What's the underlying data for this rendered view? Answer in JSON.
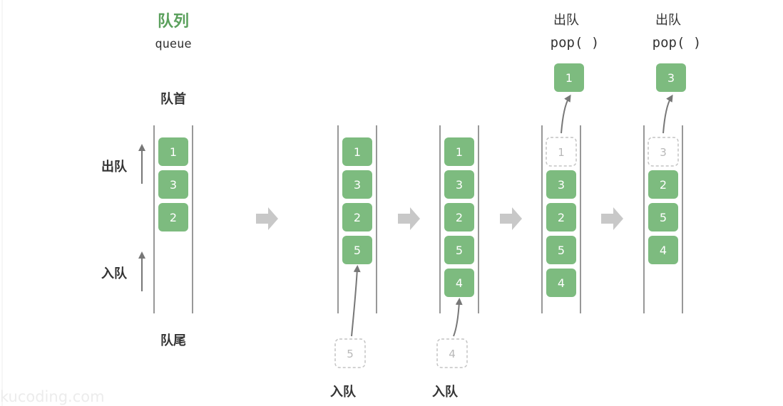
{
  "title": "队列",
  "subtitle": "queue",
  "labels": {
    "front": "队首",
    "rear": "队尾",
    "dequeue": "出队",
    "enqueue": "入队",
    "pop": "pop( )"
  },
  "colors": {
    "cell": "#7dbb7f",
    "title": "#5aa05c",
    "arrow": "#c8c8c8",
    "line": "#777777",
    "ghost_border": "#c4c4c4"
  },
  "watermark": "kucoding.com",
  "steps": [
    {
      "cells": [
        "1",
        "3",
        "2"
      ],
      "ghost_in": null,
      "ghost_out": null,
      "popped": null
    },
    {
      "cells": [
        "1",
        "3",
        "2",
        "5"
      ],
      "ghost_in": "5",
      "ghost_out": null,
      "popped": null
    },
    {
      "cells": [
        "1",
        "3",
        "2",
        "5",
        "4"
      ],
      "ghost_in": "4",
      "ghost_out": null,
      "popped": null
    },
    {
      "cells": [
        "3",
        "2",
        "5",
        "4"
      ],
      "ghost_in": null,
      "ghost_out": "1",
      "popped": "1"
    },
    {
      "cells": [
        "2",
        "5",
        "4"
      ],
      "ghost_in": null,
      "ghost_out": "3",
      "popped": "3"
    }
  ]
}
